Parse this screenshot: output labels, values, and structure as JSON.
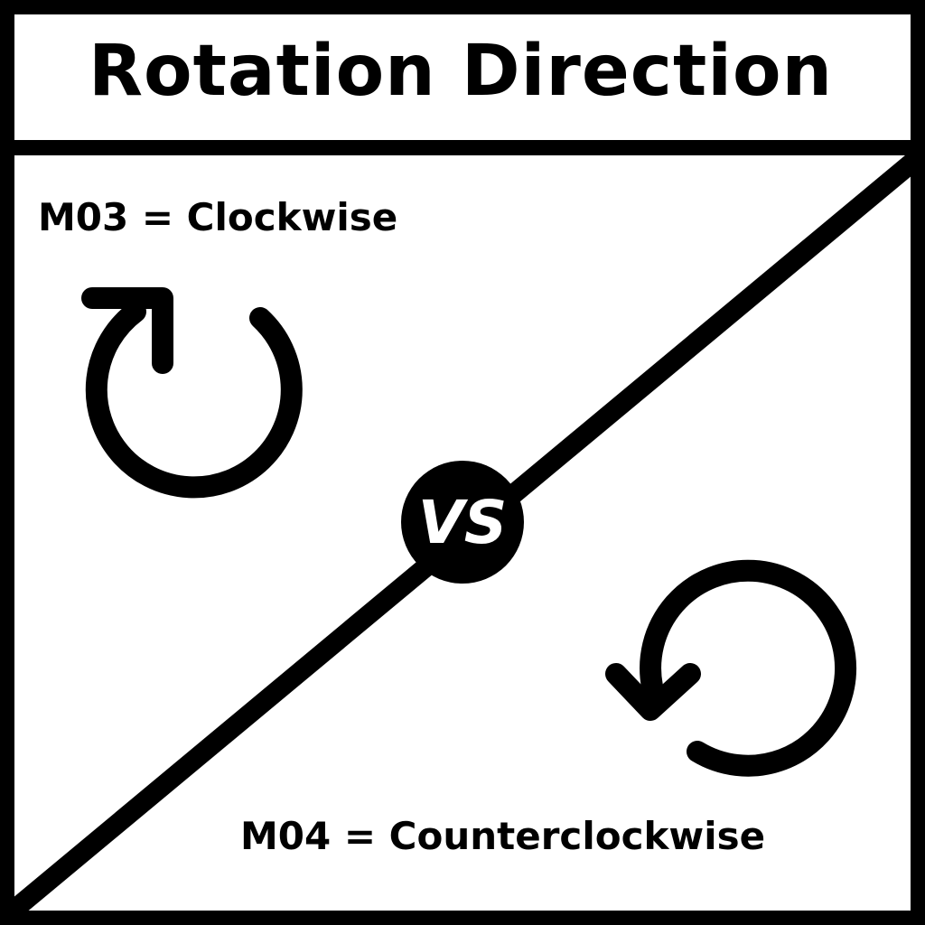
{
  "title": "Rotation Direction",
  "clockwise": {
    "label": "M03 = Clockwise",
    "icon": "rotate-clockwise-icon"
  },
  "counterclockwise": {
    "label": "M04 = Counterclockwise",
    "icon": "rotate-counterclockwise-icon"
  },
  "divider_text": "VS",
  "colors": {
    "foreground": "#000000",
    "background": "#ffffff"
  }
}
